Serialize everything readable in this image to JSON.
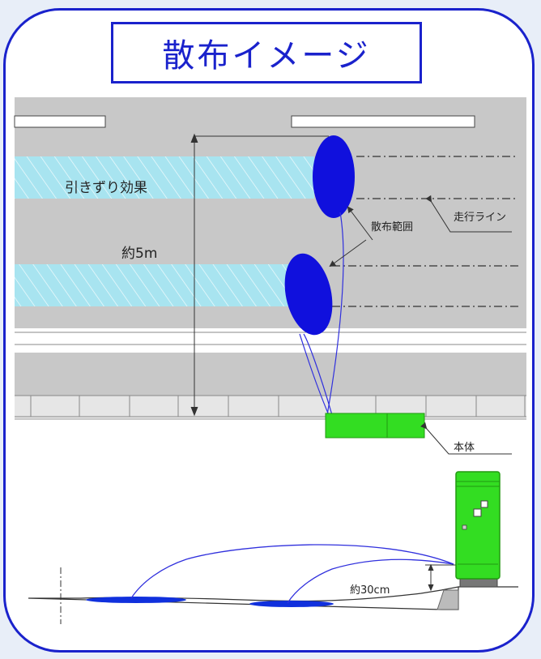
{
  "title": "散布イメージ",
  "labels": {
    "drag_effect": "引きずり効果",
    "width": "約5m",
    "spray_range": "散布範囲",
    "travel_line": "走行ライン",
    "main_unit": "本体",
    "height": "約30cm"
  },
  "colors": {
    "frame": "#1a22cc",
    "road": "#c8c8c8",
    "wheel_track": "#a8e4f0",
    "spray_oval": "#1010dd",
    "unit": "#33dd22"
  }
}
